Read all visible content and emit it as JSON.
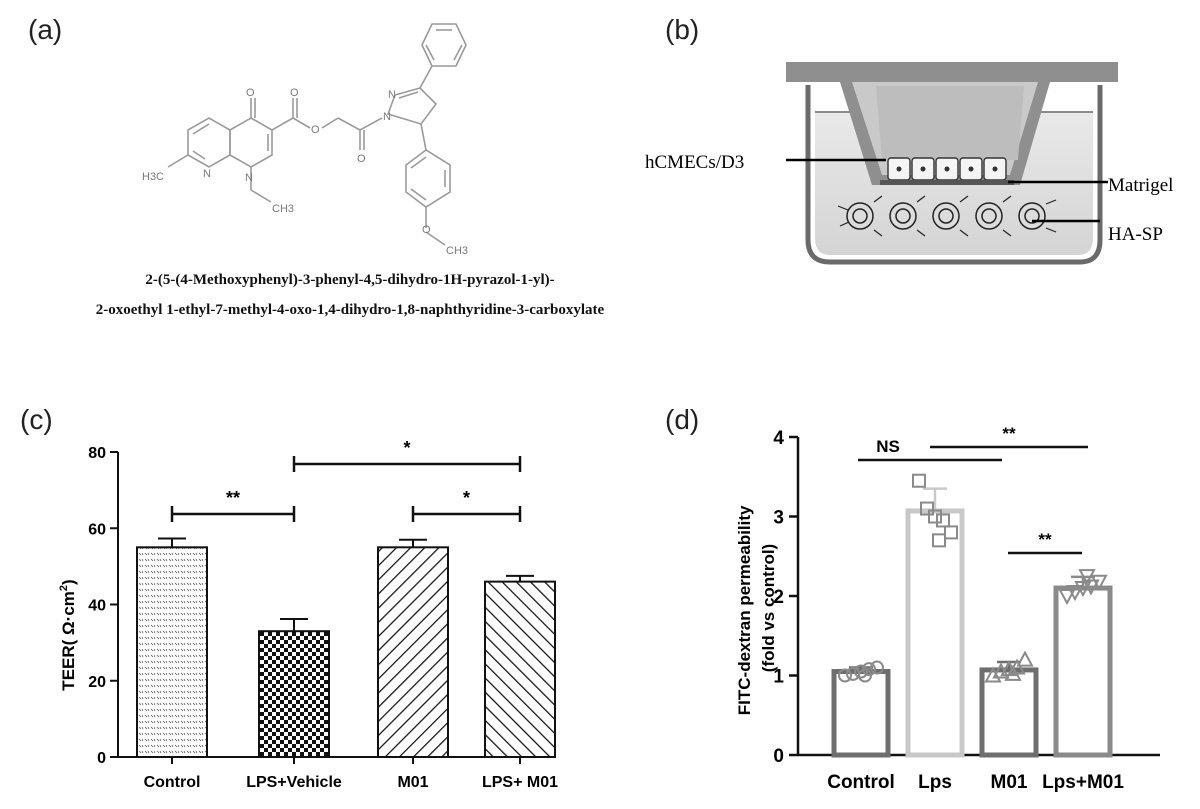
{
  "panels": {
    "a": "(a)",
    "b": "(b)",
    "c": "(c)",
    "d": "(d)"
  },
  "structure": {
    "name_line1": "2-(5-(4-Methoxyphenyl)-3-phenyl-4,5-dihydro-1H-pyrazol-1-yl)-",
    "name_line2": "2-oxoethyl 1-ethyl-7-methyl-4-oxo-1,4-dihydro-1,8-naphthyridine-3-carboxylate",
    "atoms": {
      "o_ketone": "O",
      "o_ester1": "O",
      "o_ester2": "O",
      "o_amide": "O",
      "n_pyr1": "N",
      "n_pyr2": "N",
      "n_ring1": "N",
      "n_ring2": "N",
      "methyl": "H3C",
      "ethyl": "CH3",
      "methoxy_o": "O",
      "methoxy_c": "CH3"
    }
  },
  "diagram": {
    "labels": {
      "cells": "hCMECs/D3",
      "matrigel": "Matrigel",
      "spheroids": "HA-SP"
    }
  },
  "chart_data": [
    {
      "type": "bar",
      "panel": "c",
      "title": "",
      "xlabel": "",
      "ylabel": "TEER( Ω·cm2)",
      "ylabel_main": "TEER( Ω·cm",
      "ylabel_sup": "2",
      "ylabel_tail": ")",
      "categories": [
        "Control",
        "LPS+Vehicle",
        "M01",
        "LPS+ M01"
      ],
      "values": [
        55,
        33,
        55,
        46
      ],
      "errors": [
        2.3,
        3.2,
        2.0,
        1.5
      ],
      "ylim": [
        0,
        80
      ],
      "yticks": [
        0,
        20,
        40,
        60,
        80
      ],
      "fill_patterns": [
        "dots",
        "checker",
        "diagonal-back",
        "diagonal-fwd"
      ],
      "significance": [
        {
          "from": 0,
          "to": 1,
          "label": "**"
        },
        {
          "from": 2,
          "to": 3,
          "label": "*"
        },
        {
          "from": 1,
          "to": 3,
          "label": "*"
        }
      ]
    },
    {
      "type": "bar",
      "panel": "d",
      "title": "",
      "xlabel": "",
      "ylabel_line1": "FITC-dextran permeability",
      "ylabel_line2": "(fold vs control)",
      "categories": [
        "Control",
        "Lps",
        "M01",
        "Lps+M01"
      ],
      "values": [
        1.05,
        3.07,
        1.07,
        2.1
      ],
      "errors": [
        0.05,
        0.28,
        0.1,
        0.14
      ],
      "ylim": [
        0,
        4
      ],
      "yticks": [
        0,
        1,
        2,
        3,
        4
      ],
      "bar_colors": [
        "#6e6e6e",
        "#c8c8c8",
        "#6e6e6e",
        "#8a8a8a"
      ],
      "markers": [
        "circle",
        "square",
        "triangle-up",
        "triangle-down"
      ],
      "points": [
        [
          1.0,
          1.02,
          1.05,
          1.08,
          1.1,
          1.0
        ],
        [
          3.45,
          3.1,
          3.0,
          2.95,
          2.8,
          2.7
        ],
        [
          1.0,
          1.05,
          1.08,
          1.1,
          1.2,
          1.02
        ],
        [
          2.0,
          2.05,
          2.1,
          2.12,
          2.18,
          2.25
        ]
      ],
      "significance": [
        {
          "from": 0,
          "to": 2,
          "label": "NS"
        },
        {
          "from": 1,
          "to": 3,
          "label": "**"
        },
        {
          "from": 2,
          "to": 3,
          "label": "**"
        }
      ]
    }
  ]
}
